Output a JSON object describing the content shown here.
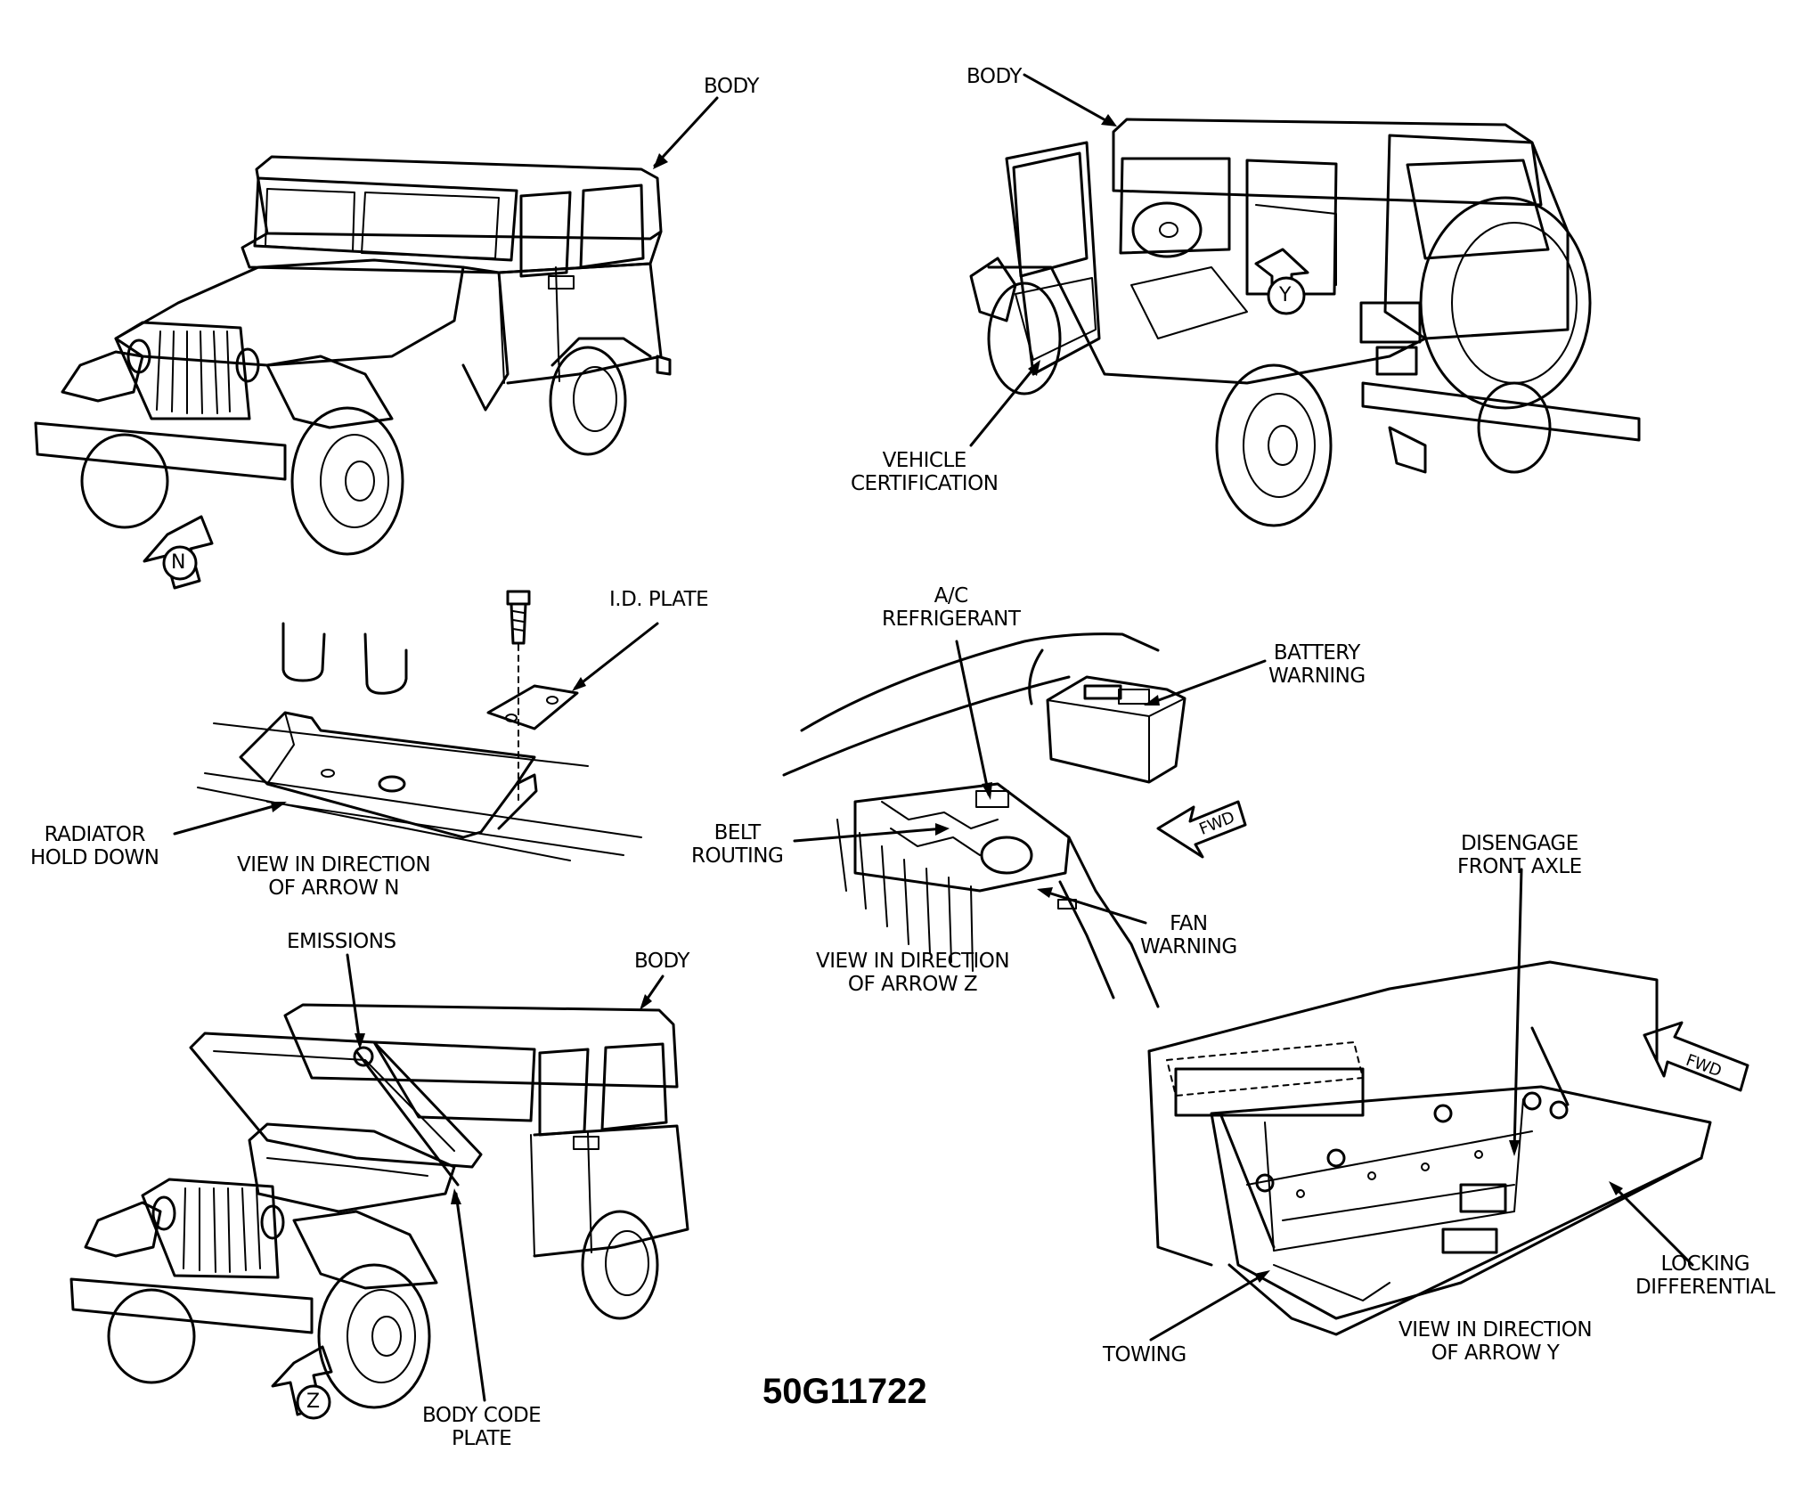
{
  "figure_code": "50G11722",
  "callouts": {
    "body_top_left": "BODY",
    "body_top_right": "BODY",
    "body_bottom_left": "BODY",
    "vehicle_certification": [
      "VEHICLE",
      "CERTIFICATION"
    ],
    "id_plate": "I.D. PLATE",
    "radiator_hold_down": [
      "RADIATOR",
      "HOLD DOWN"
    ],
    "view_arrow_n": [
      "VIEW IN DIRECTION",
      "OF ARROW N"
    ],
    "ac_refrigerant": [
      "A/C",
      "REFRIGERANT"
    ],
    "battery_warning": [
      "BATTERY",
      "WARNING"
    ],
    "belt_routing": [
      "BELT",
      "ROUTING"
    ],
    "fan_warning": [
      "FAN",
      "WARNING"
    ],
    "view_arrow_z": [
      "VIEW IN DIRECTION",
      "OF ARROW Z"
    ],
    "emissions": "EMISSIONS",
    "body_code_plate": [
      "BODY CODE",
      "PLATE"
    ],
    "disengage_front_axle": [
      "DISENGAGE",
      "FRONT AXLE"
    ],
    "locking_differential": [
      "LOCKING",
      "DIFFERENTIAL"
    ],
    "towing": "TOWING",
    "view_arrow_y": [
      "VIEW IN DIRECTION",
      "OF ARROW Y"
    ]
  },
  "view_arrows": {
    "n": "N",
    "y": "Y",
    "z": "Z"
  },
  "fwd_markers": {
    "engine_bay": "FWD",
    "glovebox": "FWD"
  }
}
